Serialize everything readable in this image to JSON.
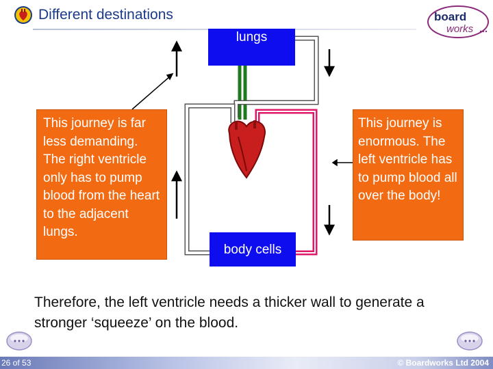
{
  "header": {
    "title": "Different destinations",
    "logo_icon": "boardworks-logo",
    "heart_icon": "heart-icon"
  },
  "diagram": {
    "lungs_label": "lungs",
    "body_cells_label": "body cells",
    "left_text": "This journey is far less demanding. The right ventricle only has to pump blood from the heart to the adjacent lungs.",
    "right_text": "This journey is enormous. The left ventricle has to pump blood all over the body!",
    "colors": {
      "box_orange": "#f26a12",
      "box_blue": "#0d0df0",
      "pulmonary_green": "#1d7a1d",
      "systemic_pink": "#e0186a",
      "vessel_white": "#ffffff",
      "heart_red": "#c81e1e"
    }
  },
  "conclusion": "Therefore, the left ventricle needs a thicker wall to generate a stronger ‘squeeze’ on the blood.",
  "footer": {
    "page": "26 of 53",
    "copyright": "© Boardworks Ltd 2004",
    "prev_icon": "previous-slide-icon",
    "next_icon": "next-slide-icon"
  }
}
